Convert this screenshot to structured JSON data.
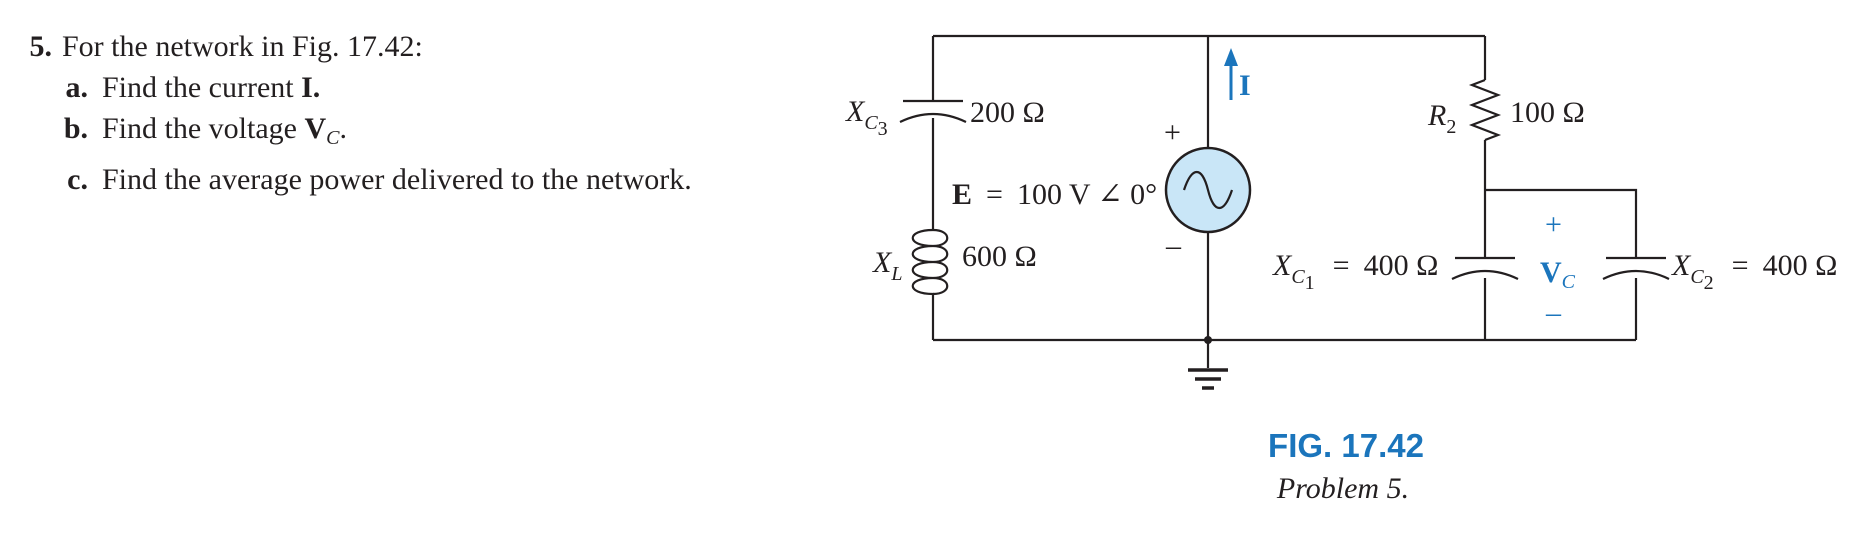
{
  "problem": {
    "number": "5.",
    "intro": "For the network in Fig. 17.42:",
    "parts": [
      {
        "letter": "a.",
        "pre": "Find the current ",
        "bold": "I.",
        "sub": "",
        "post": ""
      },
      {
        "letter": "b.",
        "pre": "Find the voltage ",
        "bold": "V",
        "sub": "C",
        "post": "."
      },
      {
        "letter": "c.",
        "pre": "Find the average power delivered to the network.",
        "bold": "",
        "sub": "",
        "post": ""
      }
    ]
  },
  "circuit": {
    "xc3": {
      "symbol": "X",
      "sub": "C",
      "subsub": "3",
      "value": "200 Ω"
    },
    "xl": {
      "symbol": "X",
      "sub": "L",
      "value": "600 Ω"
    },
    "source": {
      "label": "E",
      "equals": "=",
      "value": "100 V ∠ 0°",
      "plus": "+",
      "minus": "–"
    },
    "current_label": "I",
    "r2": {
      "symbol": "R",
      "sub": "2",
      "value": "100 Ω"
    },
    "xc1": {
      "symbol": "X",
      "sub": "C",
      "subsub": "1",
      "equals": "=",
      "value": "400 Ω"
    },
    "xc2": {
      "symbol": "X",
      "sub": "C",
      "subsub": "2",
      "equals": "=",
      "value": "400 Ω"
    },
    "vc": {
      "symbol": "V",
      "sub": "C",
      "plus": "+",
      "minus": "–"
    },
    "colors": {
      "accent": "#1b75bc",
      "source_fill": "#c9e6f7",
      "ink": "#231f20"
    }
  },
  "figure": {
    "title": "FIG. 17.42",
    "caption": "Problem 5."
  }
}
